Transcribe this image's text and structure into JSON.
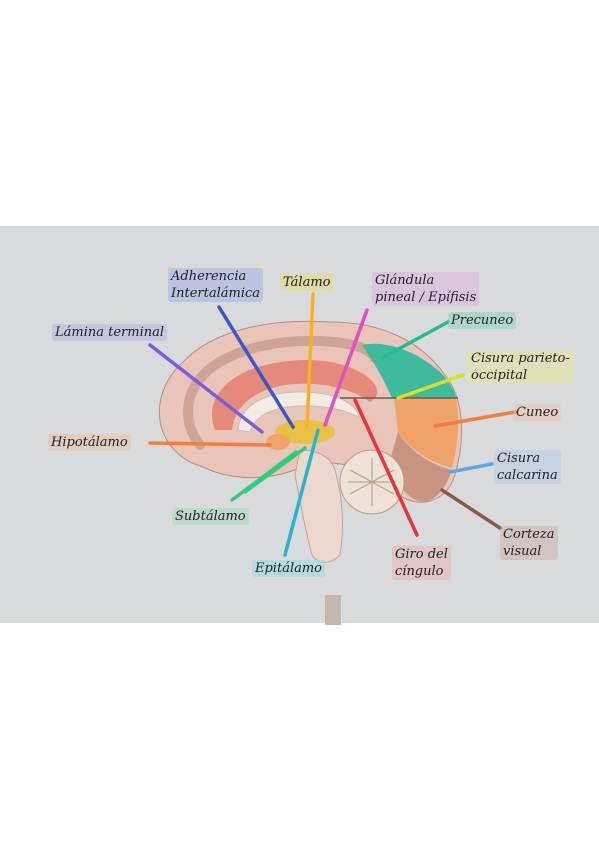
{
  "figure": {
    "labels": {
      "adherencia": "Adherencia\nIntertalámica",
      "talamo": "Tálamo",
      "glandula": "Glándula\npineal / Epífisis",
      "lamina": "Lámina terminal",
      "precuneo": "Precuneo",
      "cisura_po": "Cisura parieto-\noccipital",
      "hipotalamo": "Hipotálamo",
      "cuneo": "Cuneo",
      "cisura_calcarina": "Cisura\ncalcarina",
      "subtalamo": "Subtálamo",
      "corteza": "Corteza\nvisual",
      "epitalamo": "Epitálamo",
      "giro": "Giro del\ncíngulo"
    },
    "colors": {
      "photo_background": "#d9dadc",
      "adherencia": "#3a56c8",
      "talamo": "#f4b223",
      "glandula": "#e04fc0",
      "lamina": "#7b5ce0",
      "precuneo": "#1fbf8f",
      "cisura_po": "#d9e021",
      "hipotalamo": "#f47c3c",
      "cuneo": "#f47c3c",
      "cisura_calcarina": "#5aa9e6",
      "subtalamo": "#2fcf7a",
      "corteza": "#8a5a44",
      "epitalamo": "#22b5d4",
      "giro": "#e8323c"
    }
  }
}
